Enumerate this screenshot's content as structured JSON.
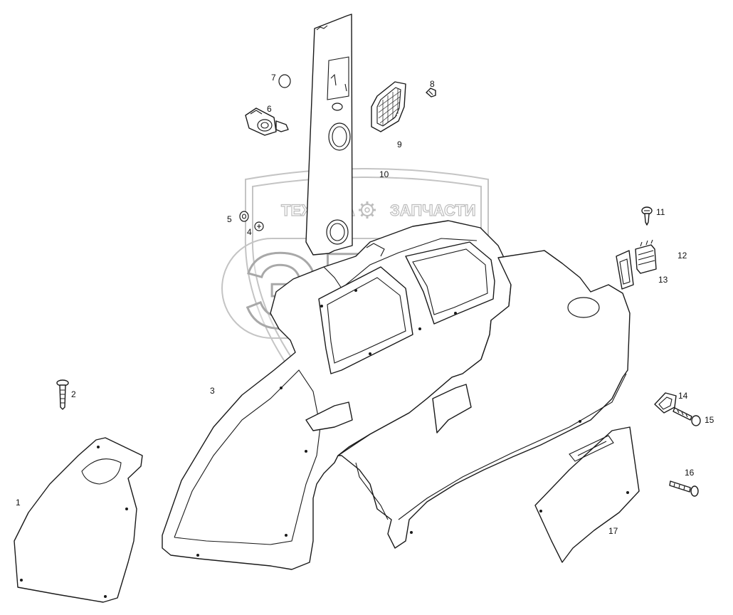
{
  "watermark": {
    "left_text": "ТЕХНИКА",
    "right_text": "ЗАПЧАСТИ",
    "logo_text": "ЭПФ",
    "gear_icon": "gear-icon"
  },
  "callouts": [
    {
      "id": "1",
      "label": "1"
    },
    {
      "id": "2",
      "label": "2"
    },
    {
      "id": "3",
      "label": "3"
    },
    {
      "id": "4",
      "label": "4"
    },
    {
      "id": "5",
      "label": "5"
    },
    {
      "id": "6",
      "label": "6"
    },
    {
      "id": "7",
      "label": "7"
    },
    {
      "id": "8",
      "label": "8"
    },
    {
      "id": "9",
      "label": "9"
    },
    {
      "id": "10",
      "label": "10"
    },
    {
      "id": "11",
      "label": "11"
    },
    {
      "id": "12",
      "label": "12"
    },
    {
      "id": "13",
      "label": "13"
    },
    {
      "id": "14",
      "label": "14"
    },
    {
      "id": "15",
      "label": "15"
    },
    {
      "id": "16",
      "label": "16"
    },
    {
      "id": "17",
      "label": "17"
    }
  ]
}
